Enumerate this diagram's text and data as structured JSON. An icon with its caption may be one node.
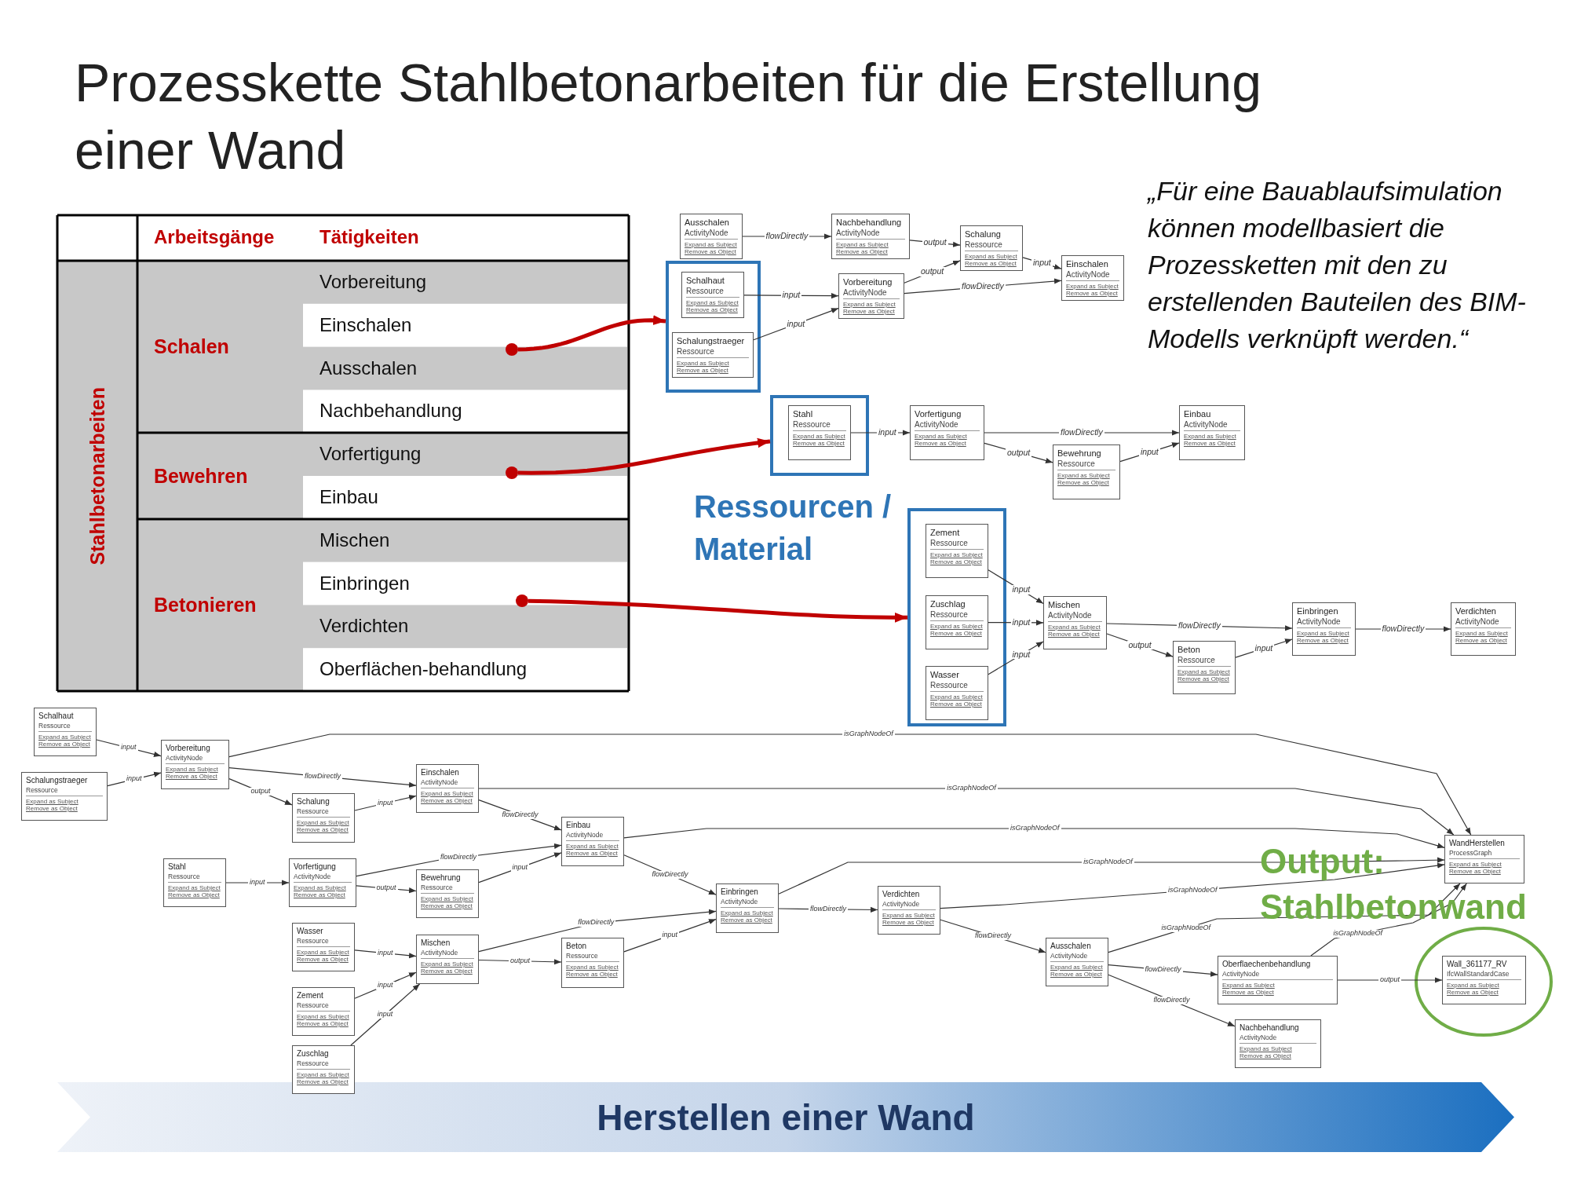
{
  "diagram": {
    "title": "Prozesskette Stahlbetonarbeiten für die Erstellung einer Wand",
    "nodes": [
      {
        "text": [
          "Ausschalen",
          "ActivityNode",
          "Expand as Subject Remove as Object"
        ]
      },
      {
        "text": [
          "Nachbehandlung",
          "ActivityNode",
          "Expand as Subject Remove as Object"
        ]
      },
      {
        "text": [
          "Schalung",
          "Ressource",
          "Expand as Subject Remove as Object"
        ]
      },
      {
        "text": [],
        "shape": "box"
      },
      {
        "text": [
          "Schalhaut",
          "Ressource",
          "Expand as Subject Remove as Object"
        ],
        "in": 3
      },
      {
        "text": [
          "Vorbereitung",
          "ActivityNode",
          "Expand as Subject Remove as Object"
        ]
      },
      {
        "text": [
          "Einschalen",
          "ActivityNode",
          "Expand as Subject Remove as Object"
        ]
      },
      {
        "text": [
          "Schalungstraeger",
          "Ressource",
          "Expand as Subject Remove as Object"
        ],
        "in": 3
      },
      {
        "text": [],
        "shape": "box"
      },
      {
        "text": [
          "Stahl",
          "Ressource",
          "Expand as Subject Remove as Object"
        ],
        "in": 8
      },
      {
        "text": [
          "Vorfertigung",
          "ActivityNode",
          "Expand as Subject Remove as Object"
        ]
      },
      {
        "text": [
          "Einbau",
          "ActivityNode",
          "Expand as Subject Remove as Object"
        ]
      },
      {
        "text": [
          "Bewehrung",
          "Ressource",
          "Expand as Subject Remove as Object"
        ]
      },
      {
        "text": [],
        "shape": "box"
      },
      {
        "text": [
          "Zement",
          "Ressource",
          "Expand as Subject Remove as Object"
        ],
        "in": 13
      },
      {
        "text": [
          "Zuschlag",
          "Ressource",
          "Expand as Subject Remove as Object"
        ],
        "in": 13
      },
      {
        "text": [
          "Wasser",
          "Ressource",
          "Expand as Subject Remove as Object"
        ],
        "in": 13
      },
      {
        "text": [
          "Mischen",
          "ActivityNode",
          "Expand as Subject Remove as Object"
        ]
      },
      {
        "text": [
          "Einbringen",
          "ActivityNode",
          "Expand as Subject Remove as Object"
        ]
      },
      {
        "text": [
          "Verdichten",
          "ActivityNode",
          "Expand as Subject Remove as Object"
        ]
      },
      {
        "text": [
          "Beton",
          "Ressource",
          "Expand as Subject Remove as Object"
        ]
      },
      {
        "text": [
          "Schalhaut",
          "Ressource",
          "Expand as Subject Remove as Object"
        ]
      },
      {
        "text": [
          "Vorbereitung",
          "ActivityNode",
          "Expand as Subject Remove as Object"
        ]
      },
      {
        "text": [
          "Schalungstraeger",
          "Ressource",
          "Expand as Subject Remove as Object"
        ]
      },
      {
        "text": [
          "Einschalen",
          "ActivityNode",
          "Expand as Subject Remove as Object"
        ]
      },
      {
        "text": [
          "Schalung",
          "Ressource",
          "Expand as Subject Remove as Object"
        ]
      },
      {
        "text": [
          "Einbau",
          "ActivityNode",
          "Expand as Subject Remove as Object"
        ]
      },
      {
        "text": [
          "Stahl",
          "Ressource",
          "Expand as Subject Remove as Object"
        ]
      },
      {
        "text": [
          "Vorfertigung",
          "ActivityNode",
          "Expand as Subject Remove as Object"
        ]
      },
      {
        "text": [
          "Bewehrung",
          "Ressource",
          "Expand as Subject Remove as Object"
        ]
      },
      {
        "text": [
          "Einbringen",
          "ActivityNode",
          "Expand as Subject Remove as Object"
        ]
      },
      {
        "text": [
          "Verdichten",
          "ActivityNode",
          "Expand as Subject Remove as Object"
        ]
      },
      {
        "text": [
          "Wasser",
          "Ressource",
          "Expand as Subject Remove as Object"
        ]
      },
      {
        "text": [
          "Mischen",
          "ActivityNode",
          "Expand as Subject Remove as Object"
        ]
      },
      {
        "text": [
          "Beton",
          "Ressource",
          "Expand as Subject Remove as Object"
        ]
      },
      {
        "text": [
          "Zement",
          "Ressource",
          "Expand as Subject Remove as Object"
        ]
      },
      {
        "text": [
          "Zuschlag",
          "Ressource",
          "Expand as Subject Remove as Object"
        ]
      },
      {
        "text": [
          "WandHerstellen",
          "ProcessGraph",
          "Expand as Subject Remove as Object"
        ]
      },
      {
        "text": [
          "Ausschalen",
          "ActivityNode",
          "Expand as Subject Remove as Object"
        ]
      },
      {
        "text": [
          "Oberflaechenbehandlung",
          "ActivityNode",
          "Expand as Subject Remove as Object"
        ]
      },
      {
        "text": [
          "Wall_361177_RV",
          "IfcWallStandardCase",
          "Expand as Subject Remove as Object"
        ]
      },
      {
        "text": [
          "Nachbehandlung",
          "ActivityNode",
          "Expand as Subject Remove as Object"
        ]
      },
      {
        "text": [
          "Herstellen einer Wand"
        ]
      },
      {
        "text": [],
        "shape": "circle"
      },
      {
        "text": [],
        "shape": "circle"
      },
      {
        "text": [],
        "shape": "circle"
      }
    ],
    "edges": [
      {
        "from": 0,
        "to": 1,
        "arrow": "to",
        "label": "flowDirectly"
      },
      {
        "from": 1,
        "to": 2,
        "arrow": "to",
        "label": "output"
      },
      {
        "from": 5,
        "to": 2,
        "arrow": "to",
        "label": "output"
      },
      {
        "from": 2,
        "to": 6,
        "arrow": "to",
        "label": "input"
      },
      {
        "from": 4,
        "to": 5,
        "arrow": "to",
        "label": "input"
      },
      {
        "from": 7,
        "to": 5,
        "arrow": "to",
        "label": "input"
      },
      {
        "from": 5,
        "to": 6,
        "arrow": "to",
        "label": "flowDirectly"
      },
      {
        "from": 9,
        "to": 10,
        "arrow": "to",
        "label": "input"
      },
      {
        "from": 10,
        "to": 11,
        "arrow": "to",
        "label": "flowDirectly"
      },
      {
        "from": 10,
        "to": 12,
        "arrow": "to",
        "label": "output"
      },
      {
        "from": 12,
        "to": 11,
        "arrow": "to",
        "label": "input"
      },
      {
        "from": 14,
        "to": 17,
        "arrow": "to",
        "label": "input"
      },
      {
        "from": 15,
        "to": 17,
        "arrow": "to",
        "label": "input"
      },
      {
        "from": 16,
        "to": 17,
        "arrow": "to",
        "label": "input"
      },
      {
        "from": 17,
        "to": 18,
        "arrow": "to",
        "label": "flowDirectly"
      },
      {
        "from": 17,
        "to": 20,
        "arrow": "to",
        "label": "output"
      },
      {
        "from": 20,
        "to": 18,
        "arrow": "to",
        "label": "input"
      },
      {
        "from": 18,
        "to": 19,
        "arrow": "to",
        "label": "flowDirectly"
      },
      {
        "from": 21,
        "to": 22,
        "arrow": "to",
        "label": "input"
      },
      {
        "from": 23,
        "to": 22,
        "arrow": "to",
        "label": "input"
      },
      {
        "from": 22,
        "to": 37,
        "arrow": "to",
        "label": "isGraphNodeOf"
      },
      {
        "from": 22,
        "to": 24,
        "arrow": "to",
        "label": "flowDirectly"
      },
      {
        "from": 22,
        "to": 25,
        "arrow": "to",
        "label": "output"
      },
      {
        "from": 25,
        "to": 24,
        "arrow": "to",
        "label": "input"
      },
      {
        "from": 24,
        "to": 37,
        "arrow": "to",
        "label": "isGraphNodeOf"
      },
      {
        "from": 24,
        "to": 26,
        "arrow": "to",
        "label": "flowDirectly"
      },
      {
        "from": 27,
        "to": 28,
        "arrow": "to",
        "label": "input"
      },
      {
        "from": 28,
        "to": 26,
        "arrow": "to",
        "label": "flowDirectly"
      },
      {
        "from": 28,
        "to": 29,
        "arrow": "to",
        "label": "output"
      },
      {
        "from": 29,
        "to": 26,
        "arrow": "to",
        "label": "input"
      },
      {
        "from": 26,
        "to": 37,
        "arrow": "to",
        "label": "isGraphNodeOf"
      },
      {
        "from": 26,
        "to": 30,
        "arrow": "to",
        "label": "flowDirectly"
      },
      {
        "from": 32,
        "to": 33,
        "arrow": "to",
        "label": "input"
      },
      {
        "from": 35,
        "to": 33,
        "arrow": "to",
        "label": "input"
      },
      {
        "from": 36,
        "to": 33,
        "arrow": "to",
        "label": "input"
      },
      {
        "from": 33,
        "to": 30,
        "arrow": "to",
        "label": "flowDirectly"
      },
      {
        "from": 33,
        "to": 34,
        "arrow": "to",
        "label": "output"
      },
      {
        "from": 34,
        "to": 30,
        "arrow": "to",
        "label": "input"
      },
      {
        "from": 30,
        "to": 37,
        "arrow": "to",
        "label": "isGraphNodeOf"
      },
      {
        "from": 30,
        "to": 31,
        "arrow": "to",
        "label": "flowDirectly"
      },
      {
        "from": 31,
        "to": 37,
        "arrow": "to",
        "label": "isGraphNodeOf"
      },
      {
        "from": 31,
        "to": 38,
        "arrow": "to",
        "label": "flowDirectly"
      },
      {
        "from": 38,
        "to": 37,
        "arrow": "to",
        "label": "isGraphNodeOf"
      },
      {
        "from": 38,
        "to": 39,
        "arrow": "to",
        "label": "flowDirectly"
      },
      {
        "from": 38,
        "to": 41,
        "arrow": "to",
        "label": "flowDirectly"
      },
      {
        "from": 39,
        "to": 37,
        "arrow": "to",
        "label": "isGraphNodeOf"
      },
      {
        "from": 39,
        "to": 40,
        "arrow": "to",
        "label": "output"
      },
      {
        "from": 43,
        "to": 3,
        "arrow": "to",
        "style": "thick",
        "color": "#c00000"
      },
      {
        "from": 44,
        "to": 8,
        "arrow": "to",
        "style": "thick",
        "color": "#c00000"
      },
      {
        "from": 45,
        "to": 13,
        "arrow": "to",
        "style": "thick",
        "color": "#c00000"
      }
    ],
    "labels": [
      "Arbeitsgänge",
      "Tätigkeiten",
      "Stahlbetonarbeiten",
      "Schalen",
      "Vorbereitung",
      "Einschalen",
      "Ausschalen",
      "Nachbehandlung",
      "Bewehren",
      "Vorfertigung",
      "Einbau",
      "Betonieren",
      "Mischen",
      "Einbringen",
      "Verdichten",
      "Oberflächen-behandlung",
      "„Für eine Bauablaufsimulation können modellbasiert die Prozessketten mit den zu erstellenden Bauteilen des BIM-Modells verknüpft werden.“",
      "Ressourcen / Material",
      "Output: Stahlbetonwand"
    ]
  }
}
